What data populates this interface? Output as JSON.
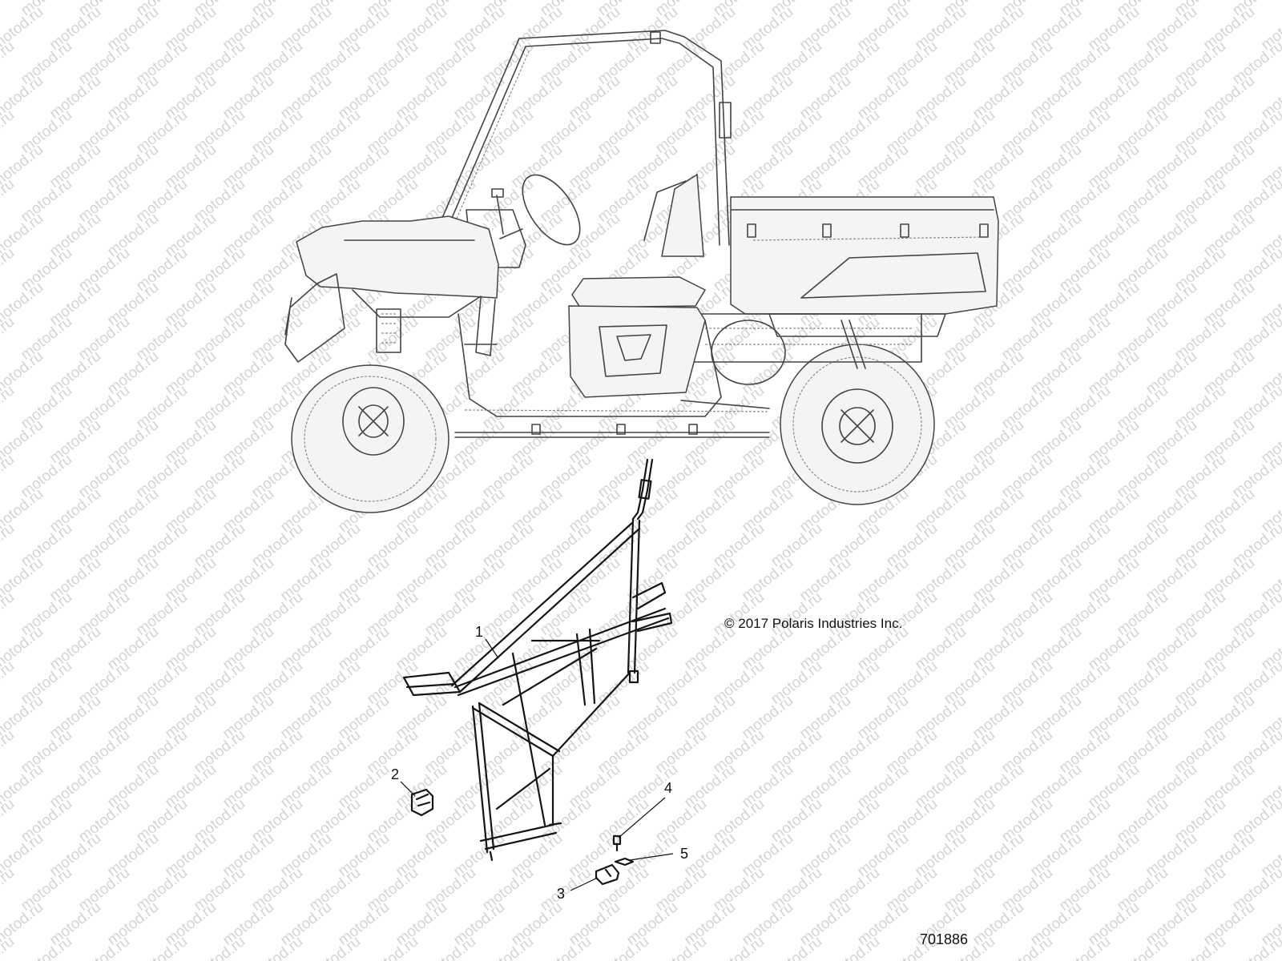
{
  "watermark": {
    "text": "motod.ru"
  },
  "copyright": "© 2017 Polaris Industries Inc.",
  "figure_number": "701886",
  "callouts": [
    {
      "number": "1",
      "part": "frame"
    },
    {
      "number": "2",
      "part": "clip"
    },
    {
      "number": "3",
      "part": "bracket"
    },
    {
      "number": "4",
      "part": "screw"
    },
    {
      "number": "5",
      "part": "spring-clip"
    }
  ],
  "colors": {
    "background": "#ffffff",
    "line": "#151515",
    "watermark": "#d4d4d4"
  }
}
